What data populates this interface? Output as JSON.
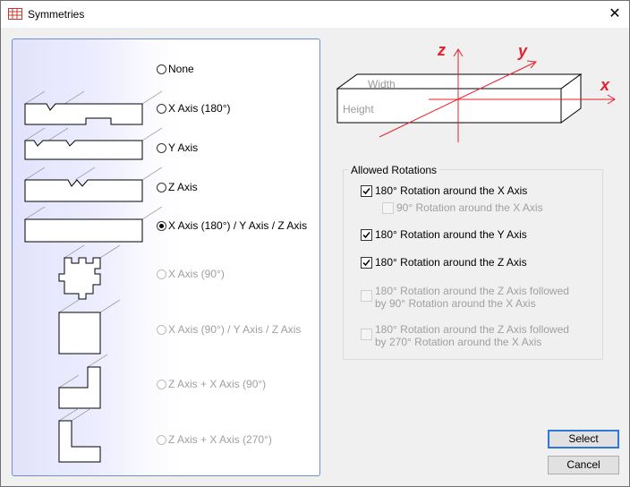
{
  "window": {
    "title": "Symmetries",
    "close_glyph": "✕"
  },
  "symmetry_options": [
    {
      "label": "None",
      "selected": false,
      "enabled": true
    },
    {
      "label": "X Axis (180°)",
      "selected": false,
      "enabled": true
    },
    {
      "label": "Y Axis",
      "selected": false,
      "enabled": true
    },
    {
      "label": "Z Axis",
      "selected": false,
      "enabled": true
    },
    {
      "label": "X Axis (180°) / Y Axis / Z Axis",
      "selected": true,
      "enabled": true
    },
    {
      "label": "X Axis (90°)",
      "selected": false,
      "enabled": false
    },
    {
      "label": "X Axis (90°) / Y Axis / Z Axis",
      "selected": false,
      "enabled": false
    },
    {
      "label": "Z Axis + X Axis (90°)",
      "selected": false,
      "enabled": false
    },
    {
      "label": "Z Axis + X Axis (270°)",
      "selected": false,
      "enabled": false
    }
  ],
  "diagram": {
    "axis_z": "z",
    "axis_y": "y",
    "axis_x": "x",
    "width_label": "Width",
    "height_label": "Height",
    "axis_color": "#e8202a"
  },
  "allowed_rotations": {
    "title": "Allowed Rotations",
    "items": [
      {
        "label": "180° Rotation around the X Axis",
        "checked": true,
        "enabled": true
      },
      {
        "label": "90° Rotation around the X Axis",
        "checked": false,
        "enabled": false
      },
      {
        "label": "180° Rotation around the Y Axis",
        "checked": true,
        "enabled": true
      },
      {
        "label": "180° Rotation around the Z Axis",
        "checked": true,
        "enabled": true
      },
      {
        "label": "180° Rotation around the Z Axis followed by 90° Rotation around the X Axis",
        "checked": false,
        "enabled": false
      },
      {
        "label": "180° Rotation around the Z Axis followed by 270° Rotation around the X Axis",
        "checked": false,
        "enabled": false
      }
    ]
  },
  "buttons": {
    "select": "Select",
    "cancel": "Cancel"
  }
}
